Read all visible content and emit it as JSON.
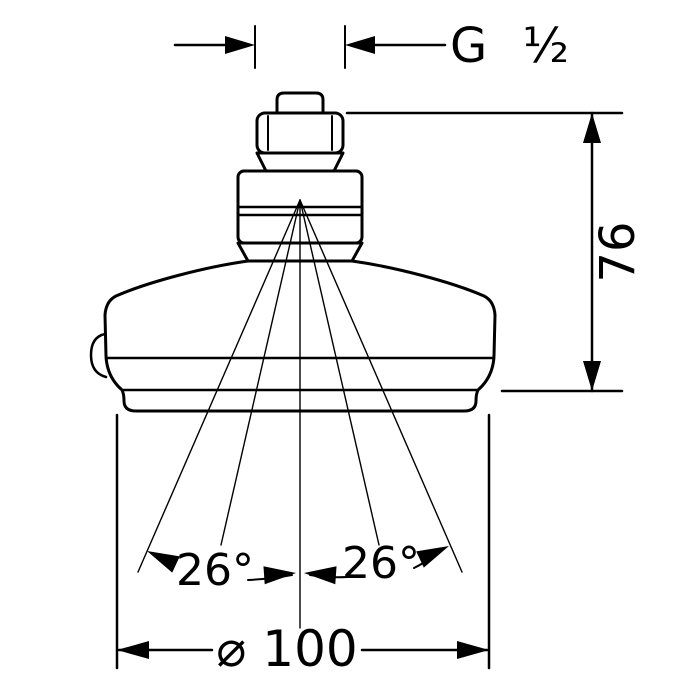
{
  "colors": {
    "background": "#ffffff",
    "line": "#000000"
  },
  "labels": {
    "thread_size": "G ½",
    "height_mm": "76",
    "spray_angle_left": "26°",
    "spray_angle_right": "26°",
    "diameter_mm": "⌀ 100"
  }
}
